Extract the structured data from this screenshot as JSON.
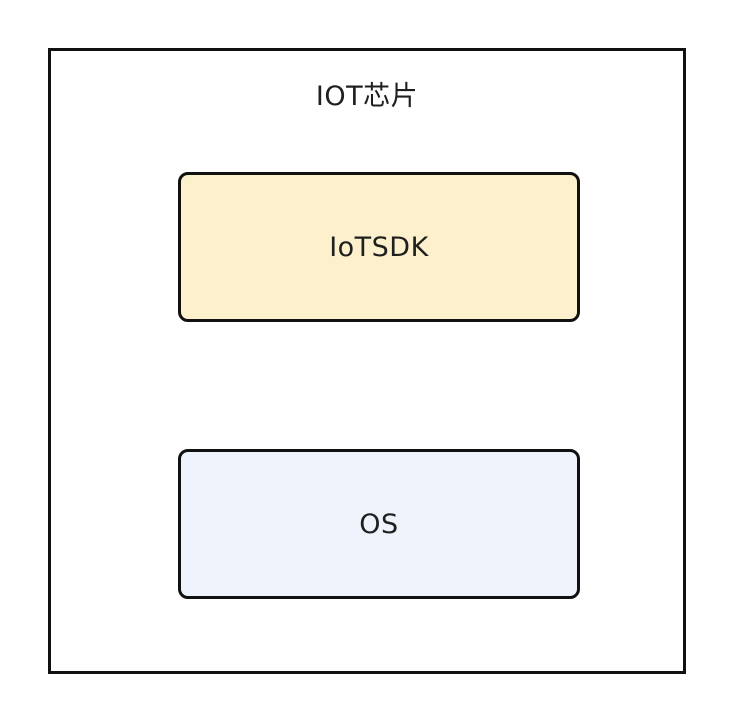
{
  "diagram": {
    "container": {
      "label": "IOT芯片",
      "fill": "#ffffff",
      "stroke": "#111111"
    },
    "boxes": [
      {
        "id": "iotsdk",
        "label": "IoTSDK",
        "fill": "#fdf0cc"
      },
      {
        "id": "os",
        "label": "OS",
        "fill": "#eff4fc"
      }
    ]
  }
}
